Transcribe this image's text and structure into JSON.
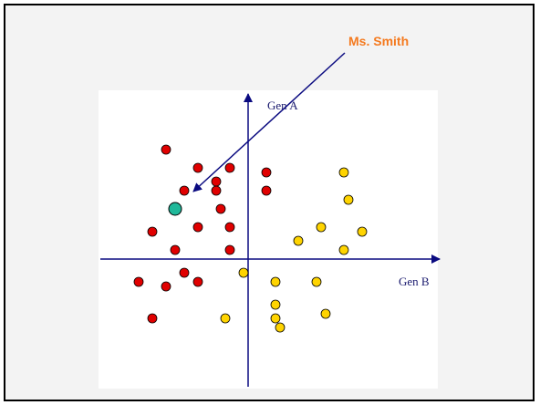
{
  "callout": {
    "label": "Ms. Smith",
    "color": "#f47a1f",
    "arrow_color": "#0a0a80"
  },
  "axes": {
    "y_label": "Gen A",
    "x_label": "Gen B",
    "color": "#0a0a80"
  },
  "groups": [
    {
      "id": "red",
      "fill": "#e00000",
      "points": [
        [
          -0.9,
          1.2
        ],
        [
          -0.55,
          1.0
        ],
        [
          -0.2,
          1.0
        ],
        [
          -0.35,
          0.85
        ],
        [
          -0.7,
          0.75
        ],
        [
          -0.35,
          0.75
        ],
        [
          0.2,
          0.95
        ],
        [
          0.2,
          0.75
        ],
        [
          -0.3,
          0.55
        ],
        [
          -1.05,
          0.3
        ],
        [
          -0.55,
          0.35
        ],
        [
          -0.2,
          0.35
        ],
        [
          -0.8,
          0.1
        ],
        [
          -0.2,
          0.1
        ],
        [
          -0.7,
          -0.15
        ],
        [
          -1.2,
          -0.25
        ],
        [
          -0.9,
          -0.3
        ],
        [
          -0.55,
          -0.25
        ],
        [
          -1.05,
          -0.65
        ]
      ]
    },
    {
      "id": "yellow",
      "fill": "#ffd400",
      "points": [
        [
          1.05,
          0.95
        ],
        [
          1.1,
          0.65
        ],
        [
          0.8,
          0.35
        ],
        [
          1.25,
          0.3
        ],
        [
          0.55,
          0.2
        ],
        [
          1.05,
          0.1
        ],
        [
          -0.05,
          -0.15
        ],
        [
          0.3,
          -0.25
        ],
        [
          0.75,
          -0.25
        ],
        [
          0.3,
          -0.5
        ],
        [
          0.85,
          -0.6
        ],
        [
          -0.25,
          -0.65
        ],
        [
          0.3,
          -0.65
        ],
        [
          0.35,
          -0.75
        ]
      ]
    }
  ],
  "highlight": {
    "point": [
      -0.8,
      0.55
    ],
    "fill": "#20b89a"
  }
}
